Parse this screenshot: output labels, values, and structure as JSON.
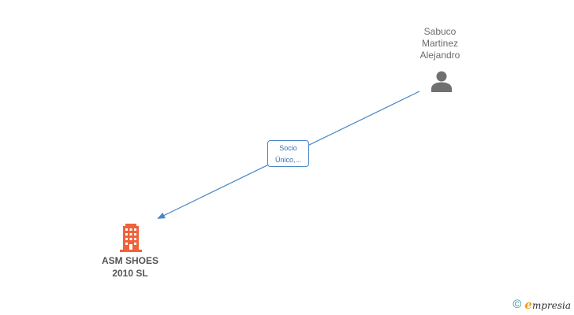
{
  "nodes": {
    "person": {
      "name_lines": [
        "Sabuco",
        "Martinez",
        "Alejandro"
      ],
      "icon": "person-icon"
    },
    "company": {
      "name_lines": [
        "ASM SHOES",
        "2010 SL"
      ],
      "icon": "building-icon",
      "color": "#f0623a"
    }
  },
  "edge": {
    "label_lines": [
      "Socio",
      "Único,..."
    ],
    "color": "#4a86c8"
  },
  "footer": {
    "copyright_symbol": "©",
    "brand_initial": "e",
    "brand_rest": "mpresia"
  }
}
